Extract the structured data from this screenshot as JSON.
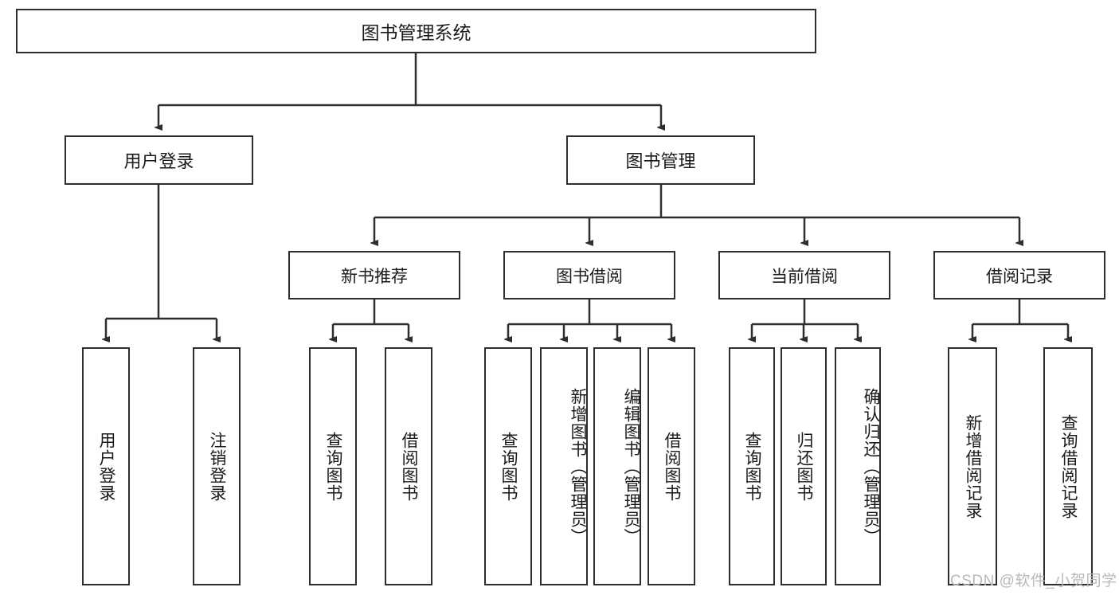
{
  "diagram": {
    "type": "hierarchy-tree",
    "title": "图书管理系统",
    "root": {
      "label": "图书管理系统"
    },
    "level2": [
      {
        "label": "用户登录"
      },
      {
        "label": "图书管理"
      }
    ],
    "level3": [
      {
        "label": "新书推荐"
      },
      {
        "label": "图书借阅"
      },
      {
        "label": "当前借阅"
      },
      {
        "label": "借阅记录"
      }
    ],
    "leaves": {
      "user_login": [
        {
          "label": "用户登录"
        },
        {
          "label": "注销登录"
        }
      ],
      "new_book_recommend": [
        {
          "label": "查询图书"
        },
        {
          "label": "借阅图书"
        }
      ],
      "book_borrow": [
        {
          "label": "查询图书"
        },
        {
          "label": "新增图书（管理员）"
        },
        {
          "label": "编辑图书（管理员）"
        },
        {
          "label": "借阅图书"
        }
      ],
      "current_borrow": [
        {
          "label": "查询图书"
        },
        {
          "label": "归还图书"
        },
        {
          "label": "确认归还（管理员）"
        }
      ],
      "borrow_record": [
        {
          "label": "新增借阅记录"
        },
        {
          "label": "查询借阅记录"
        }
      ]
    }
  },
  "watermark": {
    "text": "CSDN @软件_小贺同学"
  },
  "colors": {
    "stroke": "#2e2e2e",
    "fill": "#ffffff",
    "text": "#1a1a1a",
    "watermark": "#b9b9b9"
  }
}
